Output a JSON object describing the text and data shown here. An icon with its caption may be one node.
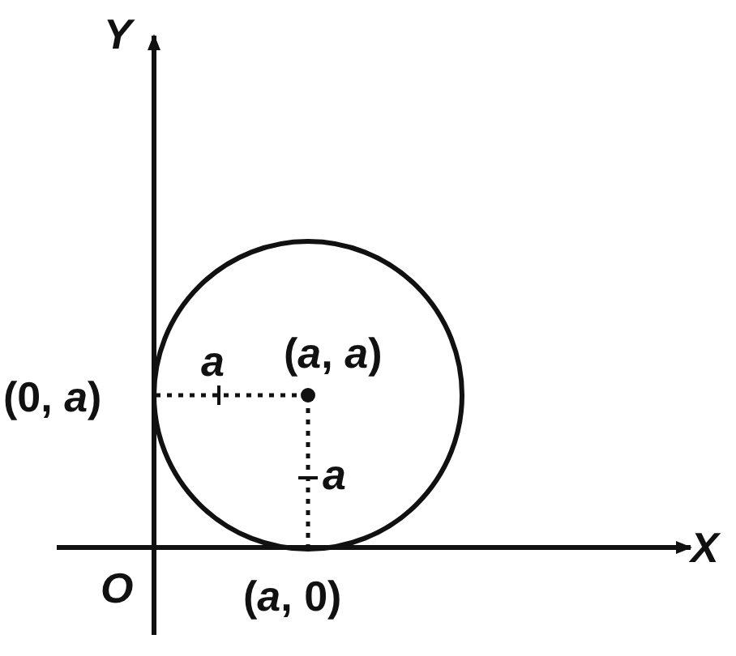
{
  "diagram": {
    "labels": [
      "*Y*",
      "(*a*, *a*)",
      "*a*",
      "(0, *a*)",
      "*a*",
      "*X*",
      "*O*",
      "(*a*, 0)"
    ]
  }
}
